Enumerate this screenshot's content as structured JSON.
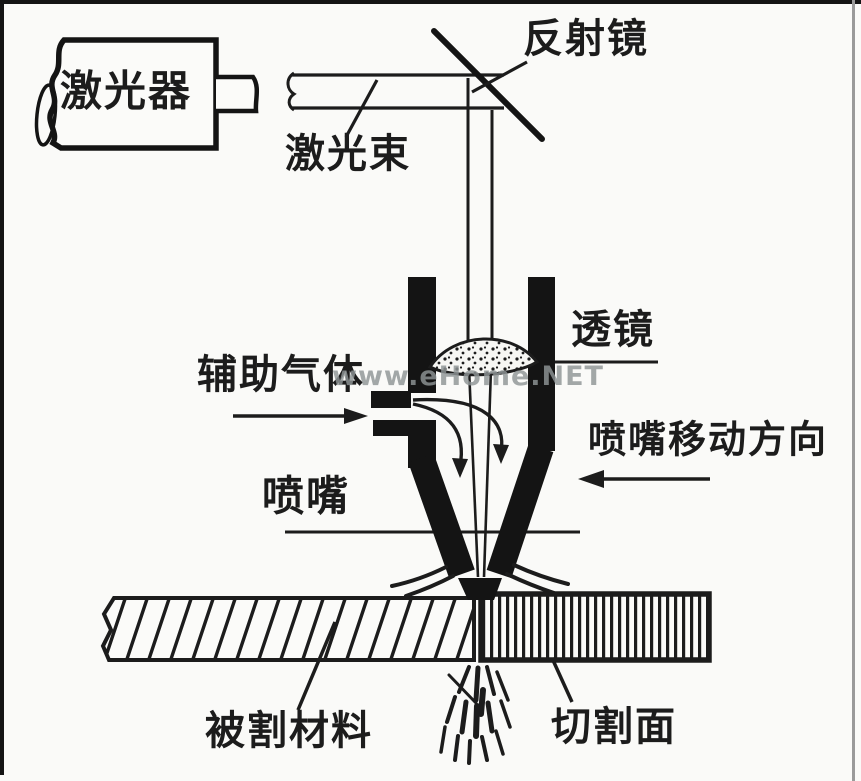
{
  "diagram": {
    "labels": {
      "laser": "激光器",
      "laser_beam": "激光束",
      "reflector": "反射镜",
      "lens": "透镜",
      "assist_gas": "辅助气体",
      "nozzle": "喷嘴",
      "nozzle_direction": "喷嘴移动方向",
      "material": "被割材料",
      "cut_surface": "切割面"
    },
    "watermark": "www.eHome.NET",
    "colors": {
      "ink": "#1c1c1c",
      "background": "#fafaf8",
      "watermark": "#8f9596",
      "border_right": "#9a9a9a"
    }
  }
}
